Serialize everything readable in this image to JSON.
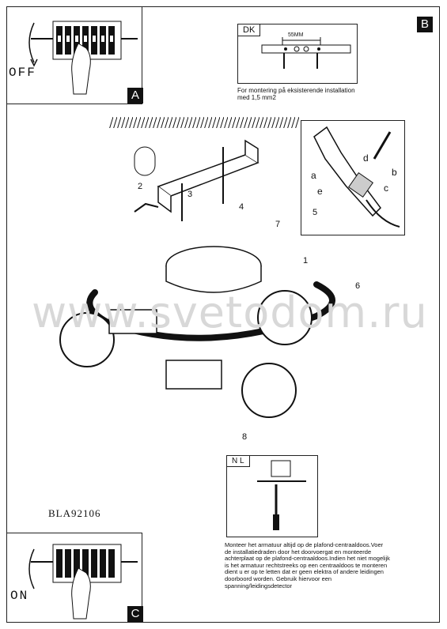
{
  "panels": {
    "a": {
      "tag": "A",
      "state": "OFF"
    },
    "b": {
      "tag": "B"
    },
    "c": {
      "tag": "C",
      "state": "ON"
    }
  },
  "dk_box": {
    "label": "DK",
    "dimension": "55MM",
    "note": "For montering på eksisterende installation med 1,5 mm2"
  },
  "steps": [
    "1",
    "2",
    "3",
    "4",
    "5",
    "6",
    "7",
    "8"
  ],
  "detail_letters": [
    "a",
    "b",
    "c",
    "d",
    "e"
  ],
  "model_code": "BLA92106",
  "watermark": "www.svetodom.ru",
  "nl_box": {
    "label": "N L",
    "note": "Monteer het armatuur altijd op de plafond-centraaldoos.Voer de installatiedraden door het doorvoergat en monteerde achterplaat op de plafond-centraaldoos.Indien het niet mogelijk is het armatuur rechtstreeks op een centraaldoos te monteren dient u er op te letten dat er geen elektra of andere leidingen doorboord worden. Gebruik hiervoor een spanning/leidingsdetector"
  },
  "icons": [
    "breaker-icon",
    "hand-icon",
    "rotate-arrow-icon",
    "screw-icon",
    "screwdriver-icon"
  ]
}
